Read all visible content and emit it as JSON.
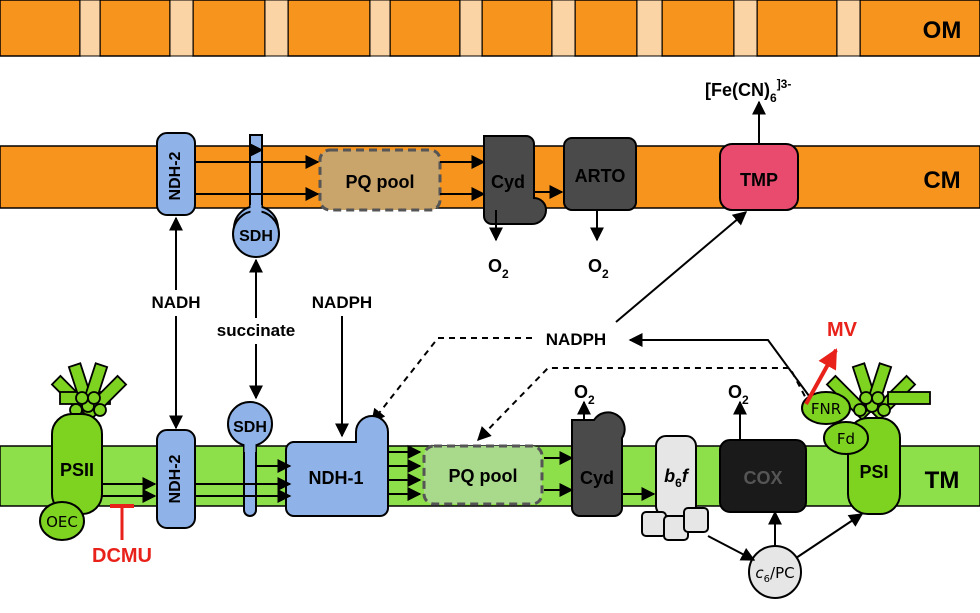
{
  "membranes": {
    "om": "OM",
    "cm": "CM",
    "tm": "TM"
  },
  "cm_proteins": {
    "ndh2": "NDH-2",
    "sdh": "SDH",
    "pq_pool": "PQ pool",
    "cyd": "Cyd",
    "arto": "ARTO",
    "tmp": "TMP"
  },
  "tm_proteins": {
    "psii": "PSII",
    "oec": "OEC",
    "ndh2": "NDH-2",
    "sdh": "SDH",
    "ndh1": "NDH-1",
    "pq_pool": "PQ pool",
    "cyd": "Cyd",
    "b6f_b": "b",
    "b6f_sub": "6",
    "b6f_f": "f",
    "cox": "COX",
    "psi": "PSI",
    "fnr": "FNR",
    "fd": "Fd",
    "c6_c": "c",
    "c6_sub": "6",
    "c6_rest": "/PC"
  },
  "metabolites": {
    "nadh": "NADH",
    "succinate": "succinate",
    "nadph_left": "NADPH",
    "nadph_center": "NADPH",
    "o2": "O",
    "o2_sub": "2",
    "ferricyanide": "[Fe(CN)",
    "ferricyanide_sub": "6",
    "ferricyanide_sup": "]3-"
  },
  "inhibitors": {
    "dcmu": "DCMU",
    "mv": "MV"
  },
  "colors": {
    "orange_membrane": "#f7941d",
    "om_gap": "#fbd4a6",
    "green_membrane": "#8ee04a",
    "green_complex": "#7ed321",
    "blue_protein": "#8fb3e8",
    "pq_cm": "#c9a46b",
    "pq_tm": "#a9d98a",
    "dark_protein": "#4a4a4a",
    "cox": "#1a1a1a",
    "tmp": "#e94b6e",
    "light_grey": "#e6e6e6",
    "inhibitor_red": "#e8221b"
  }
}
